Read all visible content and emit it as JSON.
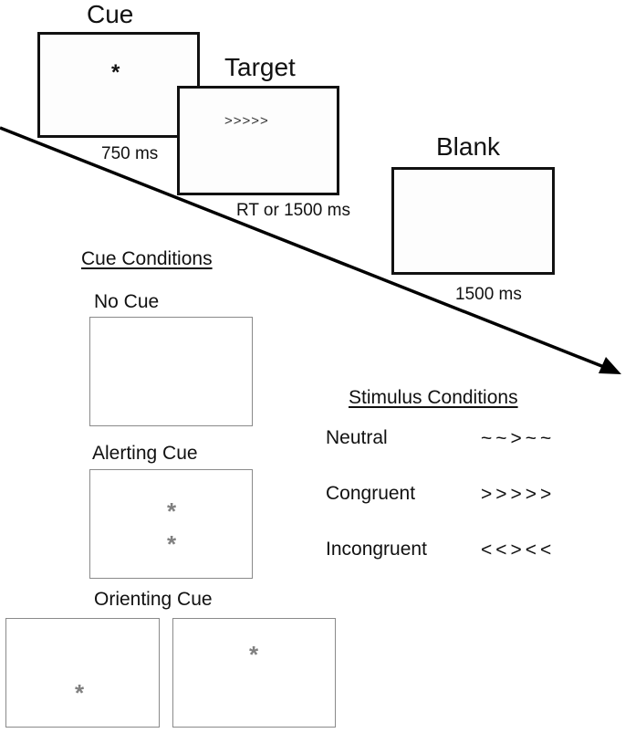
{
  "trial": {
    "cue": {
      "label": "Cue",
      "symbol": "*",
      "duration": "750 ms"
    },
    "target": {
      "label": "Target",
      "display": ">>>>>",
      "duration": "RT or 1500 ms"
    },
    "blank": {
      "label": "Blank",
      "duration": "1500 ms"
    }
  },
  "cue_conditions": {
    "heading": "Cue Conditions",
    "no_cue": {
      "label": "No Cue"
    },
    "alerting_cue": {
      "label": "Alerting Cue",
      "symbol": "*"
    },
    "orienting_cue": {
      "label": "Orienting Cue",
      "symbol": "*"
    }
  },
  "stimulus_conditions": {
    "heading": "Stimulus Conditions",
    "rows": [
      {
        "label": "Neutral",
        "sequence": "~~>~~"
      },
      {
        "label": "Congruent",
        "sequence": ">>>>>"
      },
      {
        "label": "Incongruent",
        "sequence": "<<><<"
      }
    ]
  }
}
